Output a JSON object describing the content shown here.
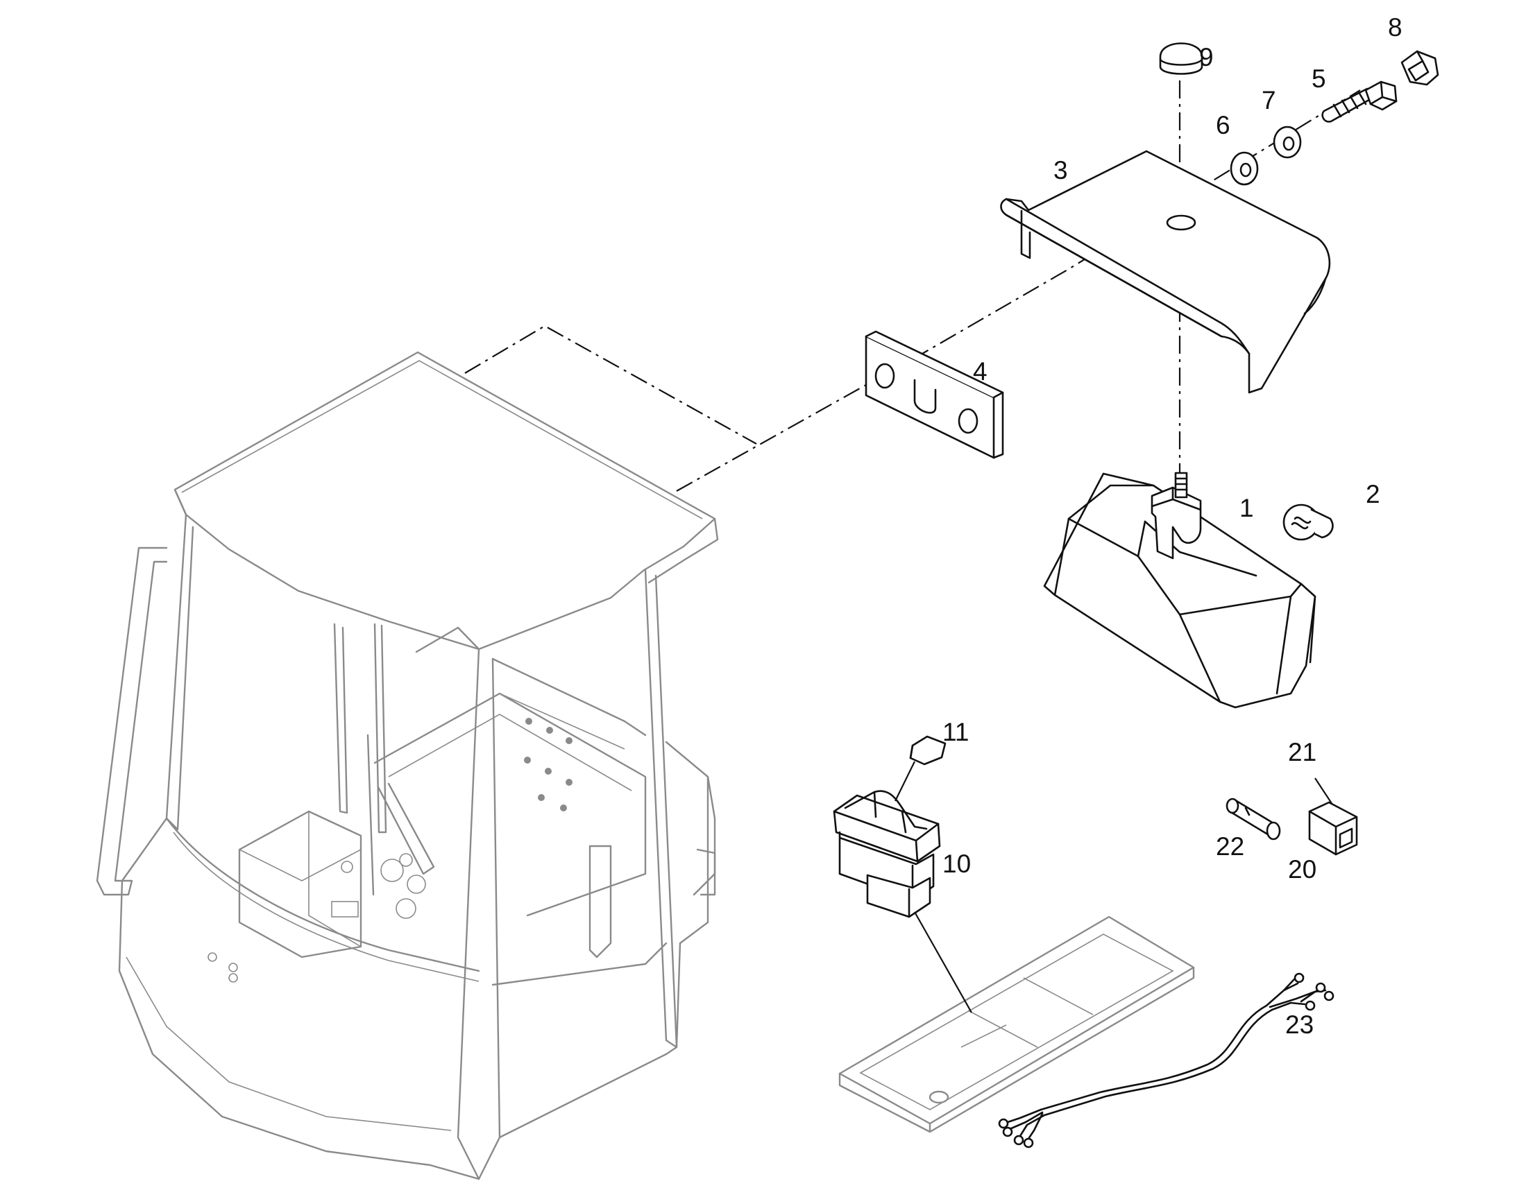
{
  "callouts": [
    {
      "id": "c1",
      "text": "1"
    },
    {
      "id": "c2",
      "text": "2"
    },
    {
      "id": "c3",
      "text": "3"
    },
    {
      "id": "c4",
      "text": "4"
    },
    {
      "id": "c5",
      "text": "5"
    },
    {
      "id": "c6",
      "text": "6"
    },
    {
      "id": "c7",
      "text": "7"
    },
    {
      "id": "c8",
      "text": "8"
    },
    {
      "id": "c9",
      "text": "9"
    },
    {
      "id": "c10",
      "text": "10"
    },
    {
      "id": "c11",
      "text": "11"
    },
    {
      "id": "c20",
      "text": "20"
    },
    {
      "id": "c21",
      "text": "21"
    },
    {
      "id": "c22",
      "text": "22"
    },
    {
      "id": "c23",
      "text": "23"
    }
  ],
  "colors": {
    "line": "#111111",
    "faded": "#8a8a8a",
    "background": "#ffffff"
  }
}
